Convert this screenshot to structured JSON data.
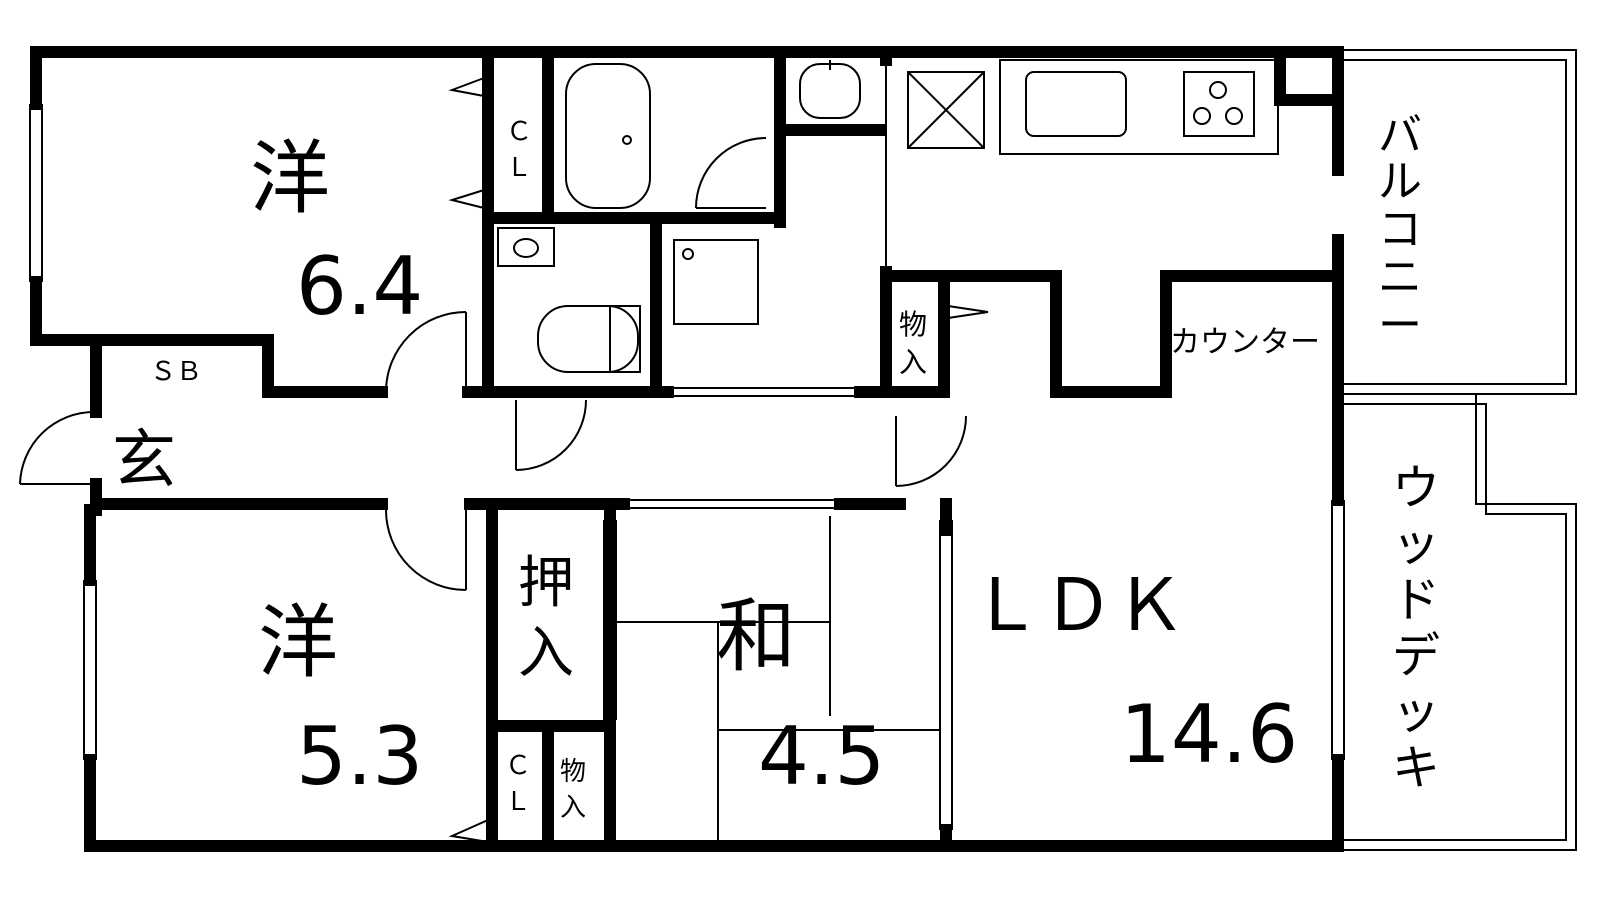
{
  "rooms": {
    "western_1": {
      "name": "洋",
      "size": "6.4"
    },
    "western_2": {
      "name": "洋",
      "size": "5.3"
    },
    "japanese": {
      "name": "和",
      "size": "4.5"
    },
    "ldk": {
      "name": "ＬＤＫ",
      "size": "14.6"
    },
    "entrance": "玄"
  },
  "storage": {
    "cl_top": [
      "Ｃ",
      "Ｌ"
    ],
    "cl_bottom": [
      "Ｃ",
      "Ｌ"
    ],
    "sb": "ＳＢ",
    "closet_oshiire": [
      "押",
      "入"
    ],
    "monoire_kitchen": [
      "物",
      "入"
    ],
    "monoire_small": [
      "物",
      "入"
    ]
  },
  "counter": "カウンター",
  "balcony": [
    "バ",
    "ル",
    "コ",
    "ニ",
    "ー"
  ],
  "wood_deck": [
    "ウ",
    "ッ",
    "ド",
    "デ",
    "ッ",
    "キ"
  ],
  "colors": {
    "wall": "#000000",
    "background": "#ffffff",
    "thin_line": "#000000"
  }
}
